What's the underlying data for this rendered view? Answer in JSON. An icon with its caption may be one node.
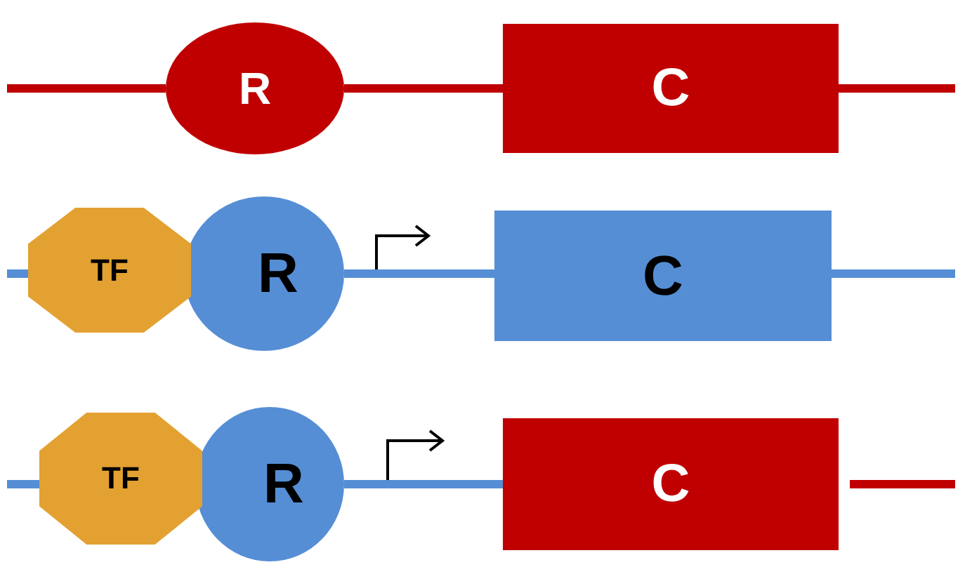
{
  "diagram": {
    "nodes": [
      {
        "text": [
          "R"
        ]
      },
      {
        "text": [
          "C"
        ]
      },
      {
        "text": [
          "TF"
        ]
      },
      {
        "text": [
          "R"
        ]
      },
      {
        "text": [
          "C"
        ]
      },
      {
        "text": [
          "TF"
        ]
      },
      {
        "text": [
          "R"
        ]
      },
      {
        "text": [
          "C"
        ]
      }
    ],
    "edges": [
      {
        "from": null,
        "to": 0,
        "arrow": "none",
        "color": "#c00000"
      },
      {
        "from": 0,
        "to": 1,
        "arrow": "none",
        "color": "#c00000"
      },
      {
        "from": 1,
        "to": null,
        "arrow": "none",
        "color": "#c00000"
      },
      {
        "from": null,
        "to": 2,
        "arrow": "none"
      },
      {
        "from": 3,
        "to": 4,
        "arrow": "none"
      },
      {
        "from": 4,
        "to": null,
        "arrow": "none"
      },
      {
        "from": null,
        "to": 5,
        "arrow": "none"
      },
      {
        "from": 6,
        "to": 7,
        "arrow": "none"
      },
      {
        "from": 7,
        "to": null,
        "arrow": "none",
        "color": "#c00000"
      }
    ]
  }
}
